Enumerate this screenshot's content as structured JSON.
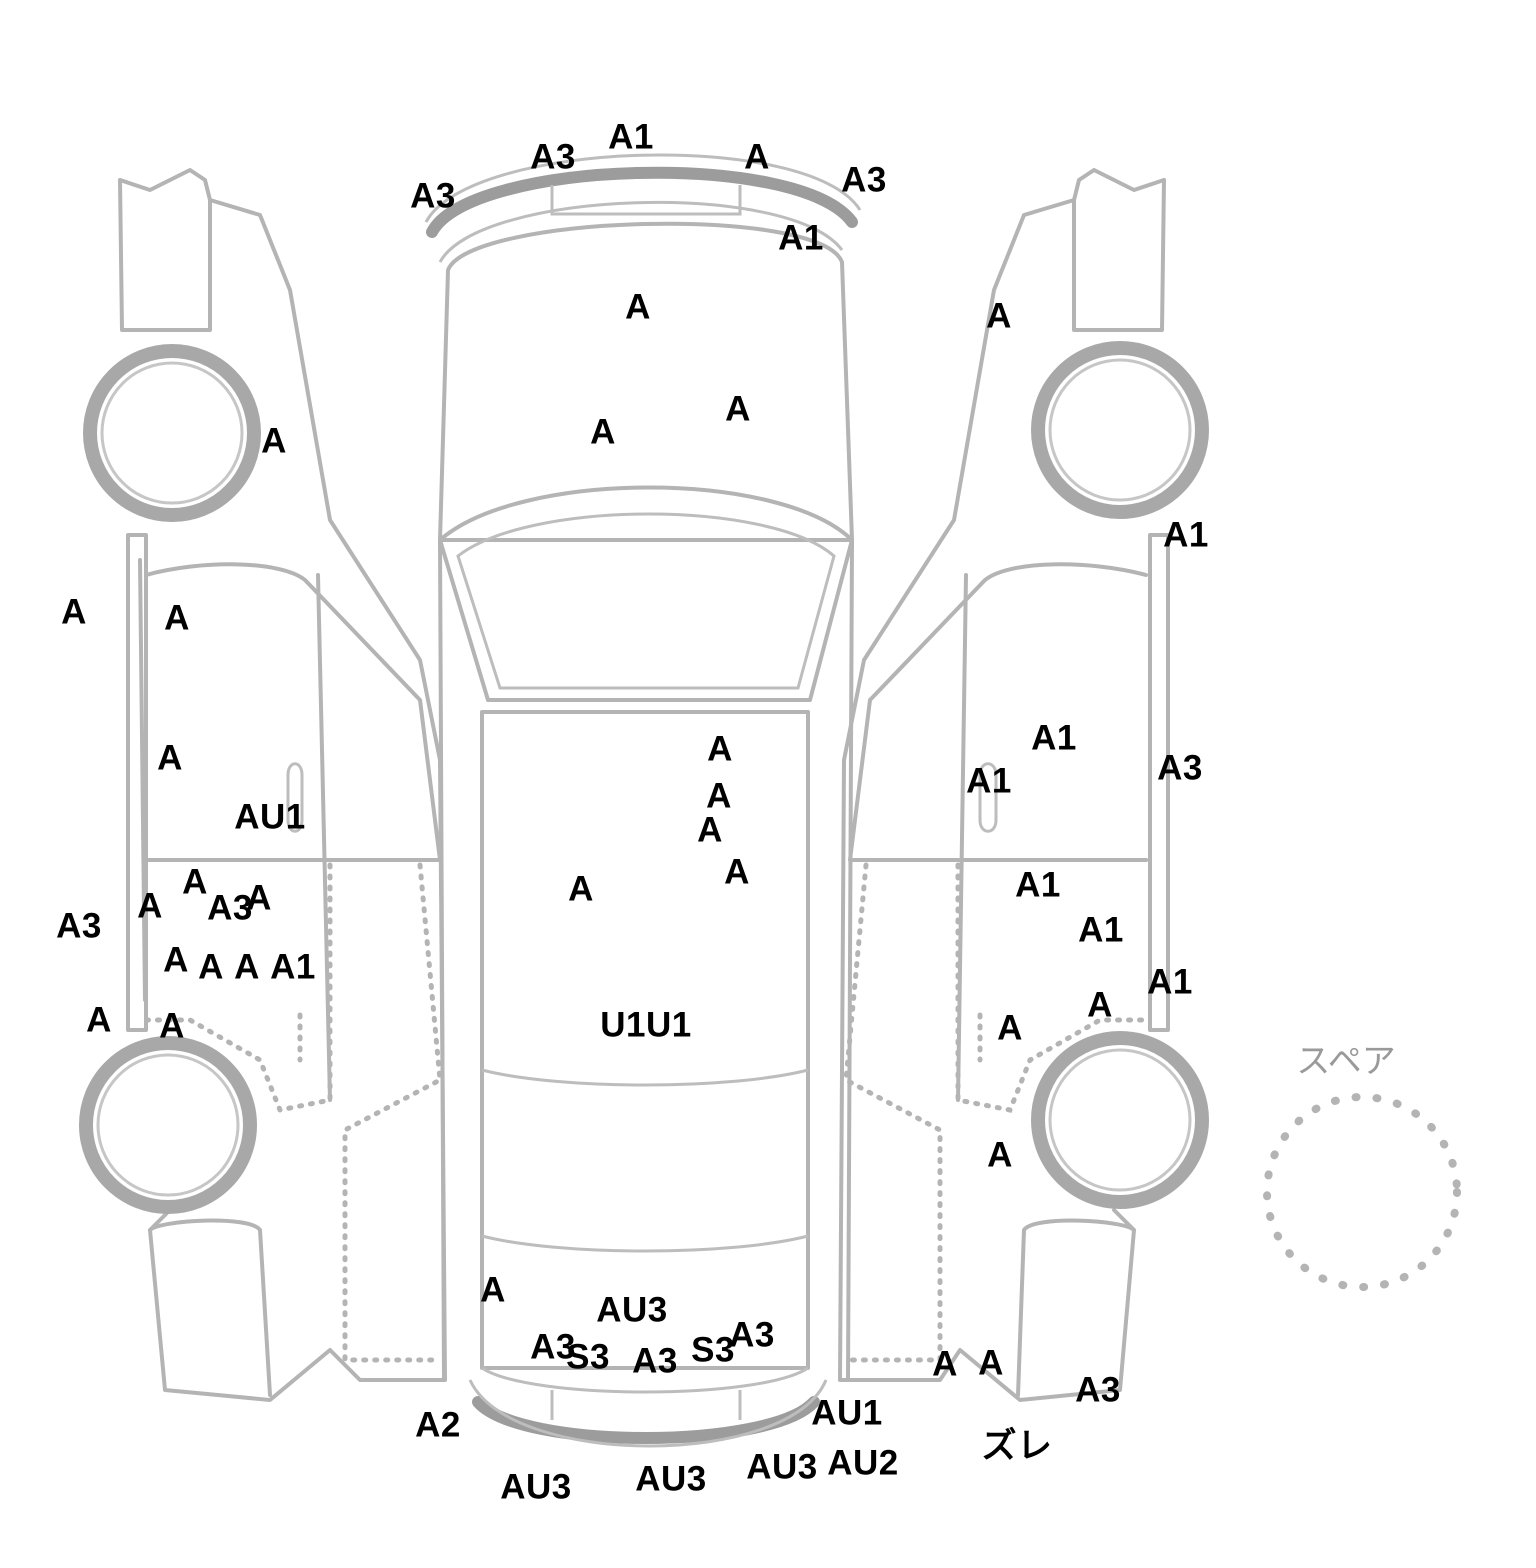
{
  "spare": {
    "label": "スペア"
  },
  "codes": [
    {
      "id": "f1",
      "text": "A1"
    },
    {
      "id": "f2",
      "text": "A3"
    },
    {
      "id": "f3",
      "text": "A"
    },
    {
      "id": "f4",
      "text": "A3"
    },
    {
      "id": "f5",
      "text": "A3"
    },
    {
      "id": "f6",
      "text": "A1"
    },
    {
      "id": "h1",
      "text": "A"
    },
    {
      "id": "h2",
      "text": "A"
    },
    {
      "id": "h3",
      "text": "A"
    },
    {
      "id": "l1",
      "text": "A"
    },
    {
      "id": "l2",
      "text": "A"
    },
    {
      "id": "l3",
      "text": "A"
    },
    {
      "id": "l4",
      "text": "A"
    },
    {
      "id": "l5",
      "text": "AU1"
    },
    {
      "id": "l6",
      "text": "A"
    },
    {
      "id": "l7",
      "text": "A"
    },
    {
      "id": "l8",
      "text": "A3"
    },
    {
      "id": "l9",
      "text": "A"
    },
    {
      "id": "l10",
      "text": "A3"
    },
    {
      "id": "l11",
      "text": "A"
    },
    {
      "id": "l12",
      "text": "A"
    },
    {
      "id": "l13",
      "text": "A"
    },
    {
      "id": "l14",
      "text": "A1"
    },
    {
      "id": "l15",
      "text": "A"
    },
    {
      "id": "l16",
      "text": "A"
    },
    {
      "id": "r1",
      "text": "A"
    },
    {
      "id": "r2",
      "text": "A1"
    },
    {
      "id": "r3",
      "text": "A1"
    },
    {
      "id": "r4",
      "text": "A1"
    },
    {
      "id": "r5",
      "text": "A3"
    },
    {
      "id": "r6",
      "text": "A1"
    },
    {
      "id": "r7",
      "text": "A1"
    },
    {
      "id": "r8",
      "text": "A1"
    },
    {
      "id": "r9",
      "text": "A"
    },
    {
      "id": "r10",
      "text": "A"
    },
    {
      "id": "r11",
      "text": "A"
    },
    {
      "id": "t1",
      "text": "A"
    },
    {
      "id": "t2",
      "text": "A"
    },
    {
      "id": "t3",
      "text": "A"
    },
    {
      "id": "t4",
      "text": "A"
    },
    {
      "id": "t5",
      "text": "A"
    },
    {
      "id": "t6",
      "text": "U1U1"
    },
    {
      "id": "b1",
      "text": "A"
    },
    {
      "id": "b2",
      "text": "AU3"
    },
    {
      "id": "b3",
      "text": "A3"
    },
    {
      "id": "b4",
      "text": "S3"
    },
    {
      "id": "b5",
      "text": "A3"
    },
    {
      "id": "b6",
      "text": "S3"
    },
    {
      "id": "b7",
      "text": "A3"
    },
    {
      "id": "b8",
      "text": "A2"
    },
    {
      "id": "b9",
      "text": "AU1"
    },
    {
      "id": "b10",
      "text": "AU3"
    },
    {
      "id": "b11",
      "text": "AU3"
    },
    {
      "id": "b12",
      "text": "AU3"
    },
    {
      "id": "b13",
      "text": "AU2"
    },
    {
      "id": "rr1",
      "text": "A"
    },
    {
      "id": "rr2",
      "text": "A"
    },
    {
      "id": "rr3",
      "text": "A3"
    },
    {
      "id": "rr4",
      "text": "ズレ"
    }
  ]
}
